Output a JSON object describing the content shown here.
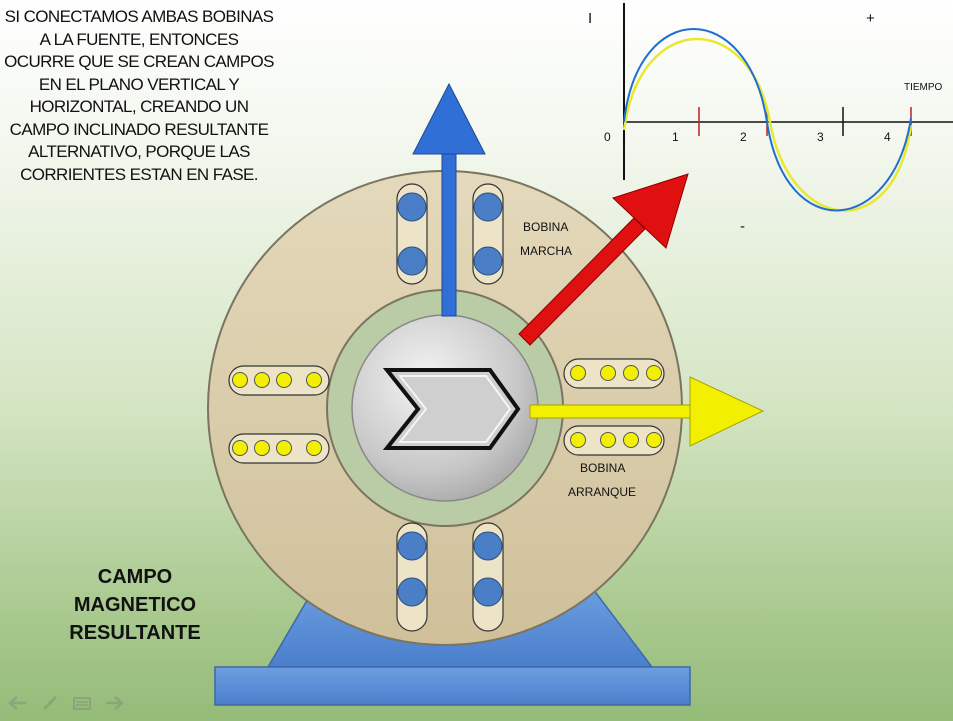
{
  "explanation": "SI CONECTAMOS AMBAS BOBINAS A LA FUENTE, ENTONCES OCURRE QUE SE CREAN CAMPOS EN EL PLANO VERTICAL Y HORIZONTAL, CREANDO UN CAMPO INCLINADO RESULTANTE ALTERNATIVO, PORQUE LAS CORRIENTES ESTAN EN FASE.",
  "caption_lines": [
    "CAMPO",
    "MAGNETICO",
    "RESULTANTE"
  ],
  "labels": {
    "marcha_1": "BOBINA",
    "marcha_2": "MARCHA",
    "arranque_1": "BOBINA",
    "arranque_2": "ARRANQUE"
  },
  "graph": {
    "y_label": "I",
    "x_label": "TIEMPO",
    "plus": "+",
    "minus": "-",
    "origin": "0",
    "ticks": [
      "1",
      "2",
      "3",
      "4"
    ]
  },
  "colors": {
    "vertical_field": "#2f6fd6",
    "horizontal_field": "#f2f000",
    "resultant_field": "#e01010",
    "stator": "#dccfac",
    "rotor": "#cfcfcf",
    "base": "#5b8fd8",
    "wave_blue": "#1f6fd0",
    "wave_yellow": "#e8e830"
  },
  "icons": [
    "back-arrow-icon",
    "pen-icon",
    "menu-icon",
    "forward-arrow-icon"
  ]
}
